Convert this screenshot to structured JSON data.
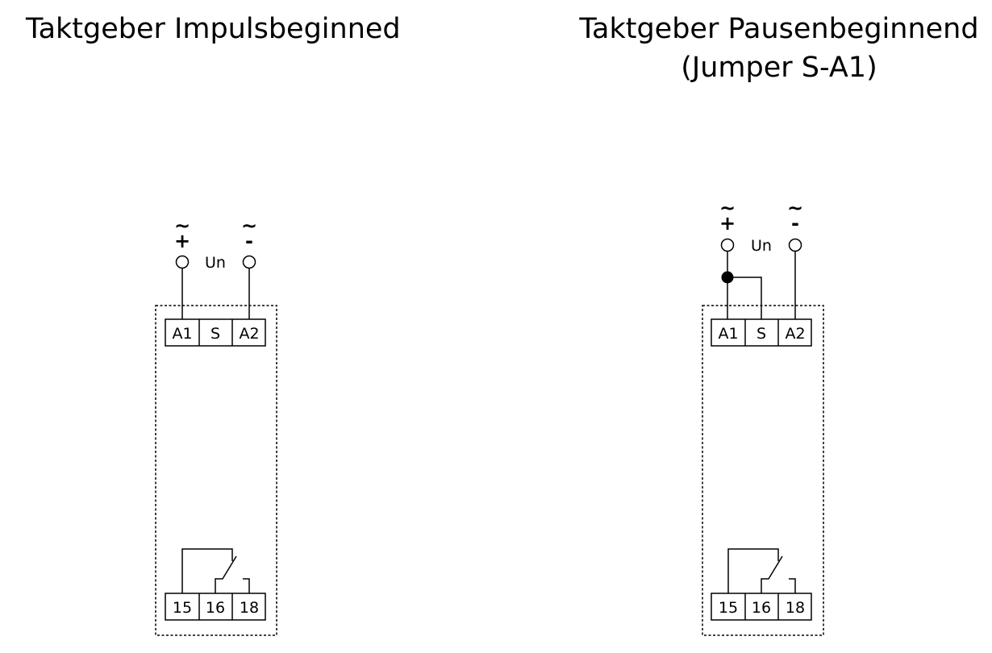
{
  "left": {
    "title": "Taktgeber Impulsbeginned",
    "plus_tilde": "~",
    "plus_sign": "+",
    "minus_tilde": "~",
    "minus_sign": "-",
    "supply_label": "Un",
    "terminals_top": [
      "A1",
      "S",
      "A2"
    ],
    "terminals_bottom": [
      "15",
      "16",
      "18"
    ]
  },
  "right": {
    "title_line1": "Taktgeber Pausenbeginnend",
    "title_line2": "(Jumper S-A1)",
    "plus_tilde": "~",
    "plus_sign": "+",
    "minus_tilde": "~",
    "minus_sign": "-",
    "supply_label": "Un",
    "terminals_top": [
      "A1",
      "S",
      "A2"
    ],
    "terminals_bottom": [
      "15",
      "16",
      "18"
    ]
  }
}
